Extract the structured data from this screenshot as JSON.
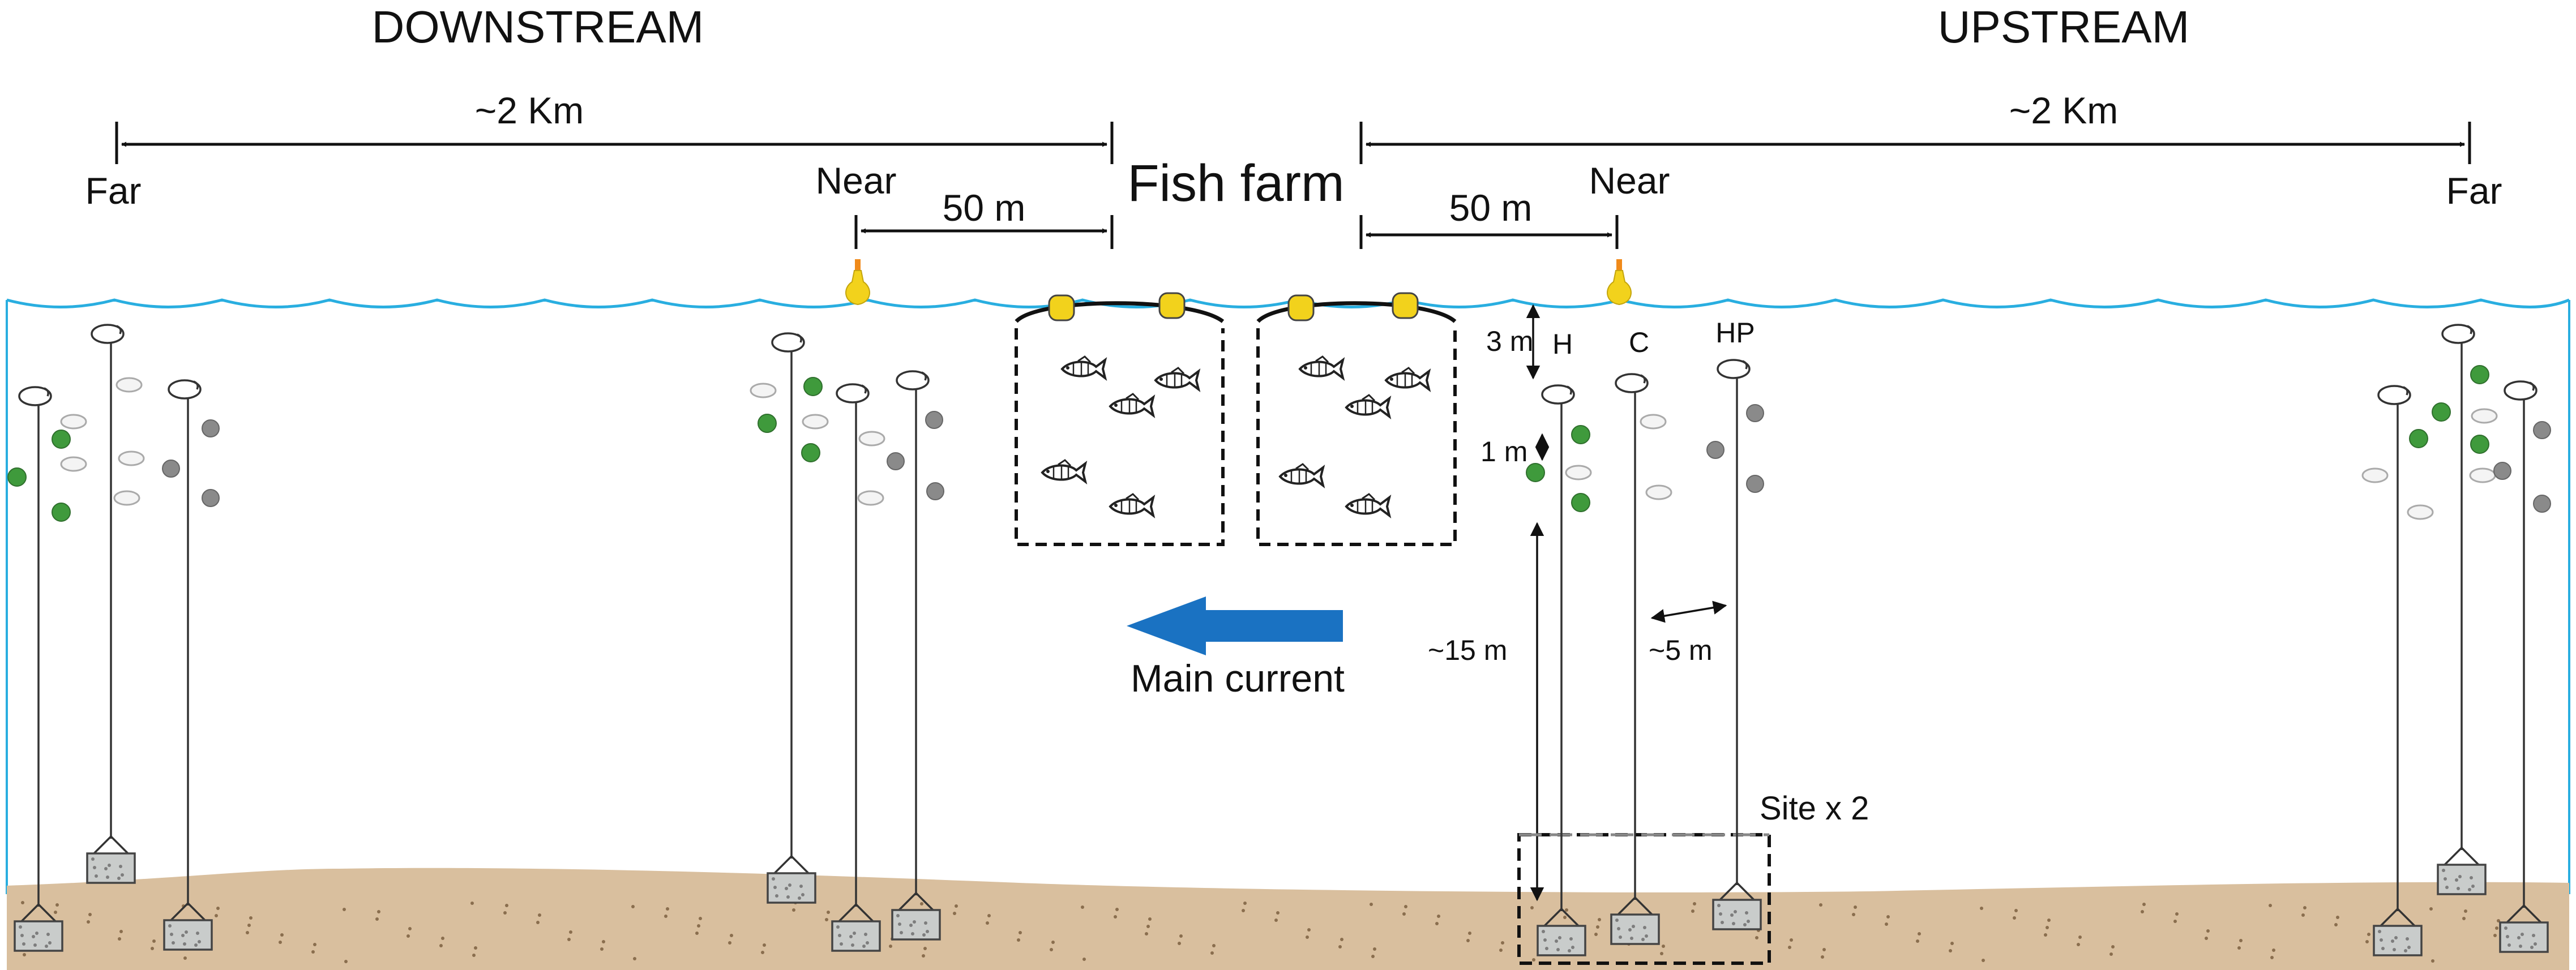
{
  "labels": {
    "downstream": "DOWNSTREAM",
    "upstream": "UPSTREAM",
    "dist_down": "~2 Km",
    "dist_up": "~2 Km",
    "far_left": "Far",
    "far_right": "Far",
    "near_left": "Near",
    "near_right": "Near",
    "m50_left": "50 m",
    "m50_right": "50 m",
    "fish_farm": "Fish farm",
    "depth_3m": "3 m",
    "depth_1m": "1 m",
    "depth_15m": "~15 m",
    "spacing_5m": "~5 m",
    "line_h": "H",
    "line_c": "C",
    "line_hp": "HP",
    "main_current": "Main current",
    "site_x2": "Site x 2"
  },
  "colors": {
    "water_line": "#29aee0",
    "sediment": "#d9bf9e",
    "buoy": "#f2d21c",
    "current_arrow": "#1a72c2",
    "filled_oyster": "#3f9a3c",
    "grey_oyster": "#8a8a8a"
  }
}
